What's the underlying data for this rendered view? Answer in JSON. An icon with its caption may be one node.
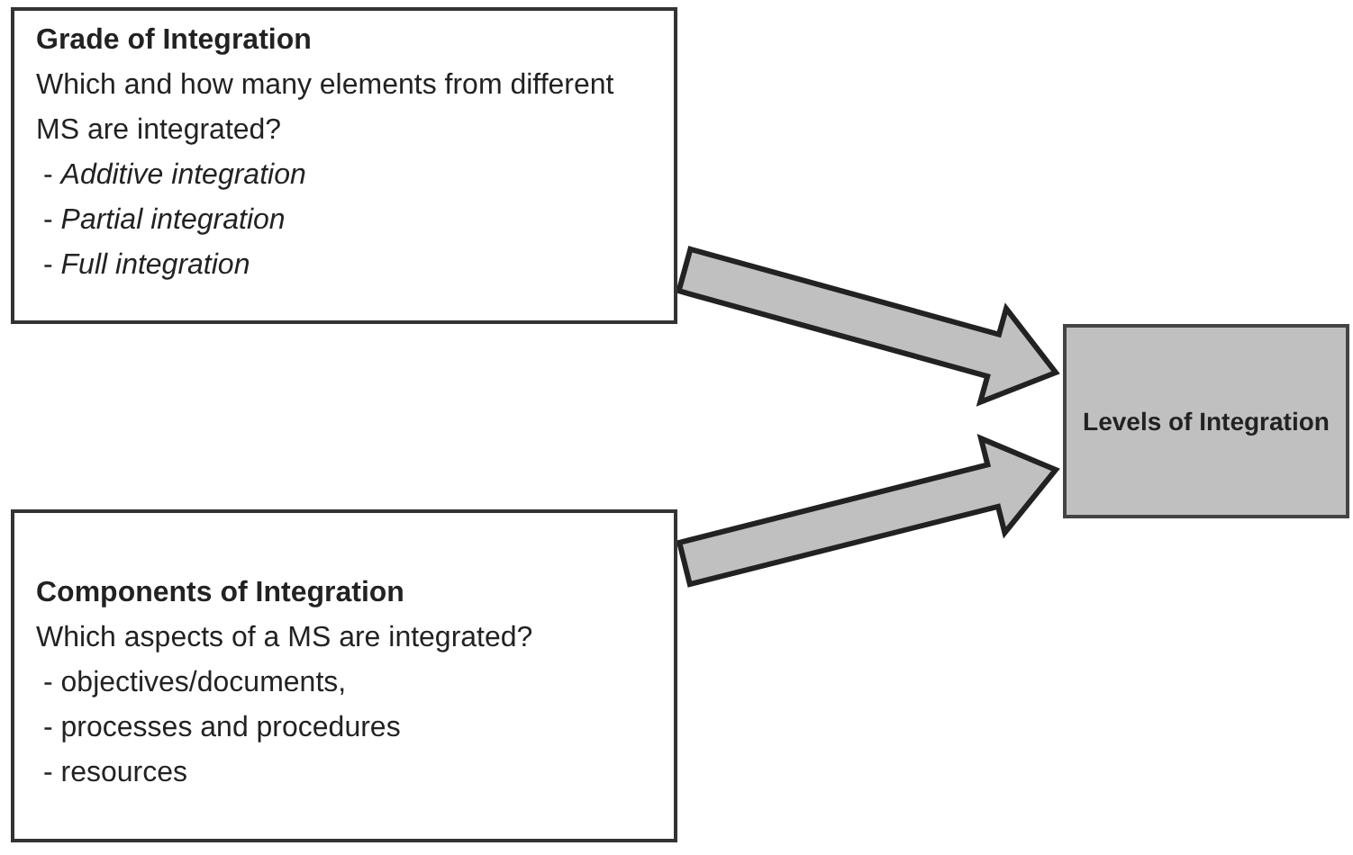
{
  "diagram": {
    "nodes": [
      {
        "text": [
          "Grade of Integration",
          "Which and how many elements from different MS are integrated?",
          "- *Additive integration*",
          "- *Partial integration*",
          "- *Full integration*"
        ]
      },
      {
        "text": [
          "Components of Integration",
          "Which aspects of a MS are integrated?",
          "- objectives/documents,",
          "- processes and procedures",
          "- resources"
        ]
      },
      {
        "text": [
          "Levels of Integration"
        ]
      }
    ],
    "edges": [
      {
        "from": 0,
        "to": 2,
        "arrow": "to",
        "style": "thick"
      },
      {
        "from": 1,
        "to": 2,
        "arrow": "to",
        "style": "thick"
      }
    ]
  }
}
